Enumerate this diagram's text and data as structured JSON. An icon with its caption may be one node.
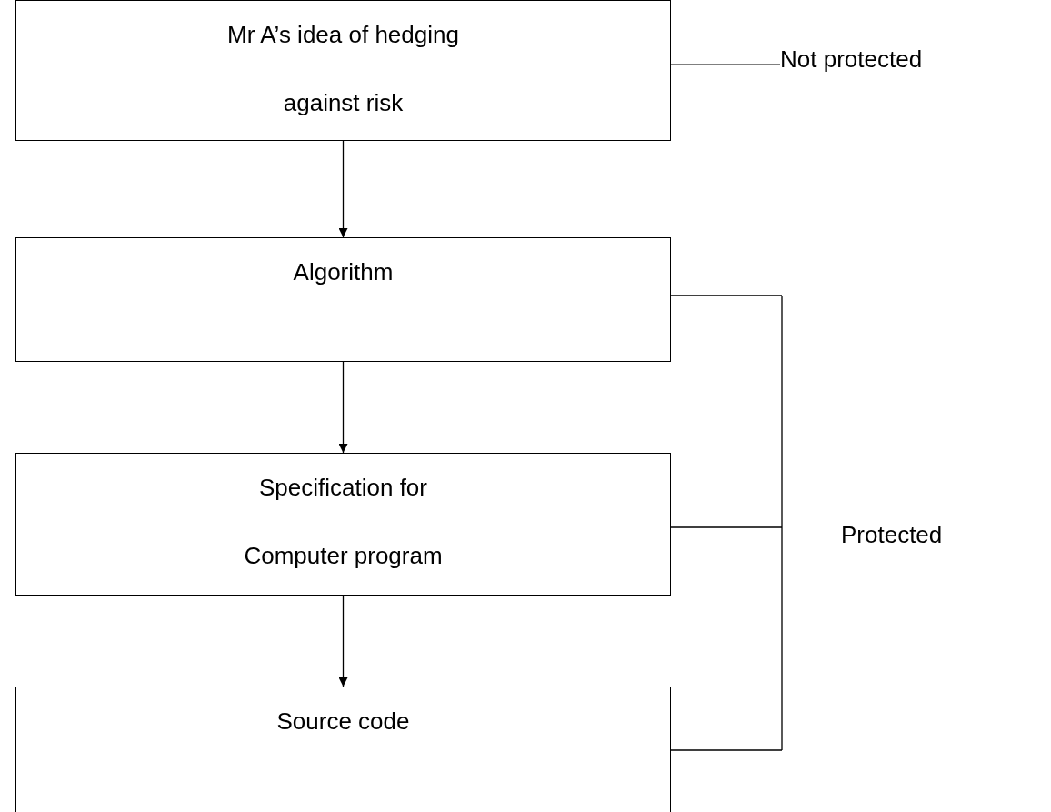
{
  "diagram": {
    "nodes": [
      {
        "text": [
          "Mr A’s idea of hedging against risk"
        ]
      },
      {
        "text": [
          "Algorithm"
        ]
      },
      {
        "text": [
          "Specification for Computer program"
        ]
      },
      {
        "text": [
          "Source code"
        ]
      },
      {
        "text": [
          "Not protected"
        ]
      }
    ],
    "edges": [
      {
        "from": 0,
        "to": 1,
        "arrow": "to"
      },
      {
        "from": 1,
        "to": 2,
        "arrow": "to"
      },
      {
        "from": 2,
        "to": 3,
        "arrow": "to"
      },
      {
        "from": 0,
        "to": 4,
        "arrow": "none"
      }
    ],
    "labels": [
      "Protected"
    ]
  }
}
